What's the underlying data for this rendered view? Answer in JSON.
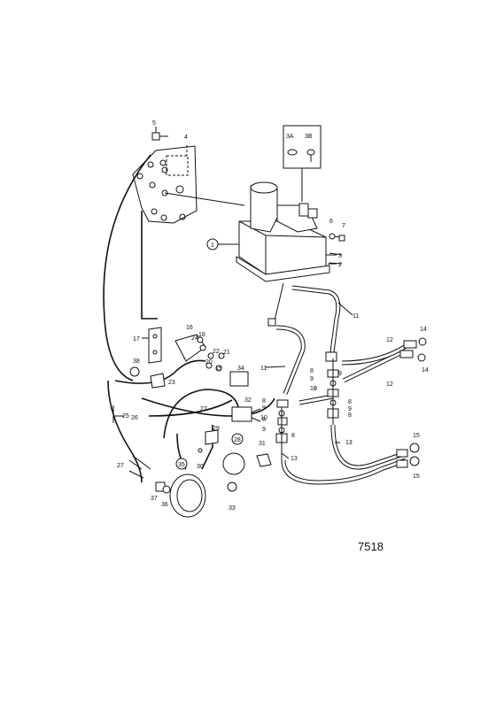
{
  "figure_number": "7518",
  "callouts": {
    "c1": "1",
    "c2": "2",
    "c3": "3",
    "c3a": "3A",
    "c3b": "3B",
    "c4": "4",
    "c5": "5",
    "c6": "6",
    "c7": "7",
    "c8a": "8",
    "c8b": "8",
    "c8c": "8",
    "c8d": "8",
    "c8e": "8",
    "c8f": "8",
    "c9a": "9",
    "c9b": "9",
    "c9c": "9",
    "c9d": "9",
    "c9e": "9",
    "c9f": "9",
    "c10a": "10",
    "c10b": "10",
    "c11a": "11",
    "c11b": "11",
    "c12a": "12",
    "c12b": "12",
    "c13a": "13",
    "c13b": "13",
    "c14a": "14",
    "c14b": "14",
    "c15a": "15",
    "c15b": "15",
    "c16": "16",
    "c17": "17",
    "c18": "18",
    "c19": "19",
    "c20": "20",
    "c21": "21",
    "c22": "22",
    "c23": "23",
    "c24": "24",
    "c25": "25",
    "c26": "26",
    "c27a": "27",
    "c27b": "27",
    "c28": "28",
    "c29": "29",
    "c30": "30",
    "c31": "31",
    "c32": "32",
    "c33": "33",
    "c34": "34",
    "c35": "35",
    "c36": "36",
    "c37": "37",
    "c38": "38"
  }
}
